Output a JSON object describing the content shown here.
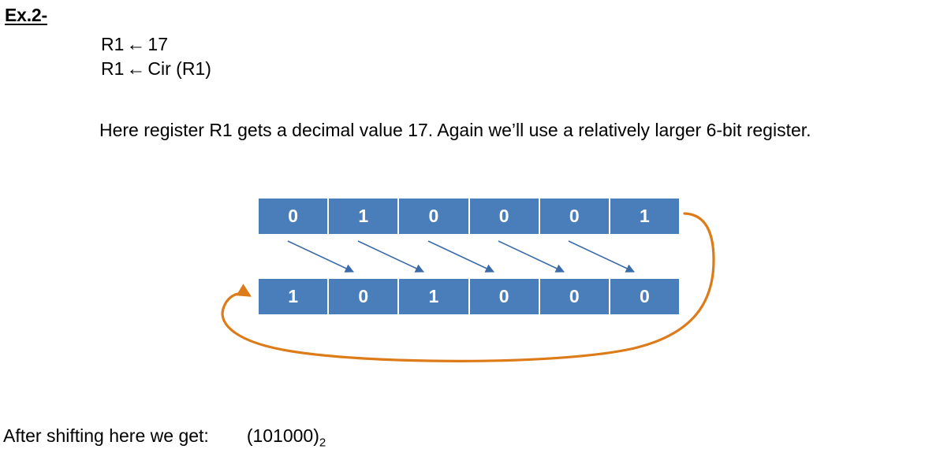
{
  "heading": {
    "label": "Ex.2-"
  },
  "rtl": {
    "arrow_glyph": "←",
    "lines": [
      {
        "target": "R1",
        "arrow": "←",
        "source": "17"
      },
      {
        "target": "R1",
        "arrow": "←",
        "source": "Cir (R1)"
      }
    ]
  },
  "paragraph": {
    "text": "Here register R1 gets a decimal value 17. Again we’ll use a relatively larger 6-bit register."
  },
  "diagram": {
    "colors": {
      "bit_fill": "#4A7EBB",
      "bit_text": "#FFFFFF",
      "shift_arrow": "#3C6CA8",
      "carry_arrow": "#DE7B19"
    },
    "registers": [
      {
        "name": "before-shift",
        "bits": [
          "0",
          "1",
          "0",
          "0",
          "0",
          "1"
        ]
      },
      {
        "name": "after-shift",
        "bits": [
          "1",
          "0",
          "1",
          "0",
          "0",
          "0"
        ]
      }
    ],
    "shift_arrow_count": 5,
    "carry_arrow": {
      "name": "circular-carry-arrow",
      "from": "most-significant-bit-top-row",
      "to": "most-significant-bit-bottom-row"
    }
  },
  "caption": {
    "label": "After shifting here we get:",
    "value": "(101000)",
    "subscript": "2"
  }
}
